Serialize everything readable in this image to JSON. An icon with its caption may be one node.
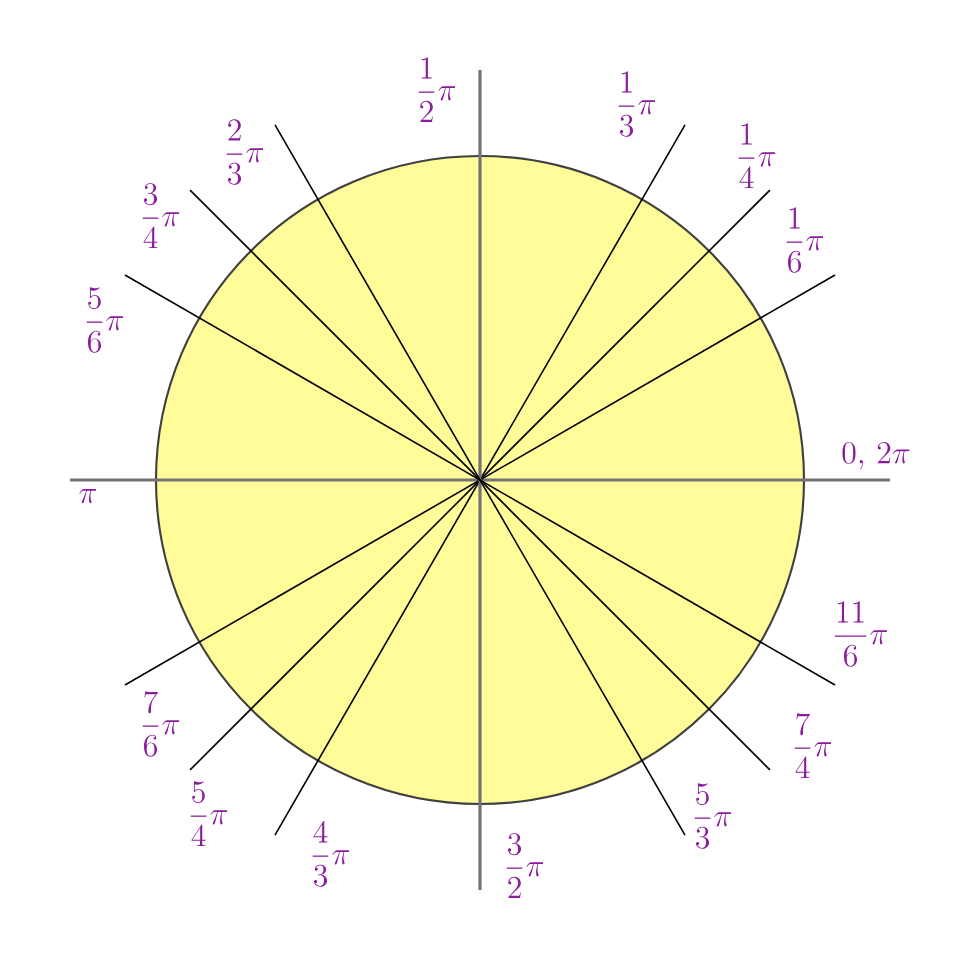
{
  "diagram": {
    "labels": [
      "\\frac{1}{2}\\pi",
      "\\frac{1}{3}\\pi",
      "\\frac{2}{3}\\pi",
      "\\frac{1}{4}\\pi",
      "\\frac{3}{4}\\pi",
      "\\frac{1}{6}\\pi",
      "\\frac{5}{6}\\pi",
      "0,\\,2\\pi",
      "\\pi",
      "\\frac{11}{6}\\pi",
      "\\frac{7}{6}\\pi",
      "\\frac{7}{4}\\pi",
      "\\frac{5}{4}\\pi",
      "\\frac{5}{3}\\pi",
      "\\frac{4}{3}\\pi",
      "\\frac{3}{2}\\pi"
    ]
  }
}
